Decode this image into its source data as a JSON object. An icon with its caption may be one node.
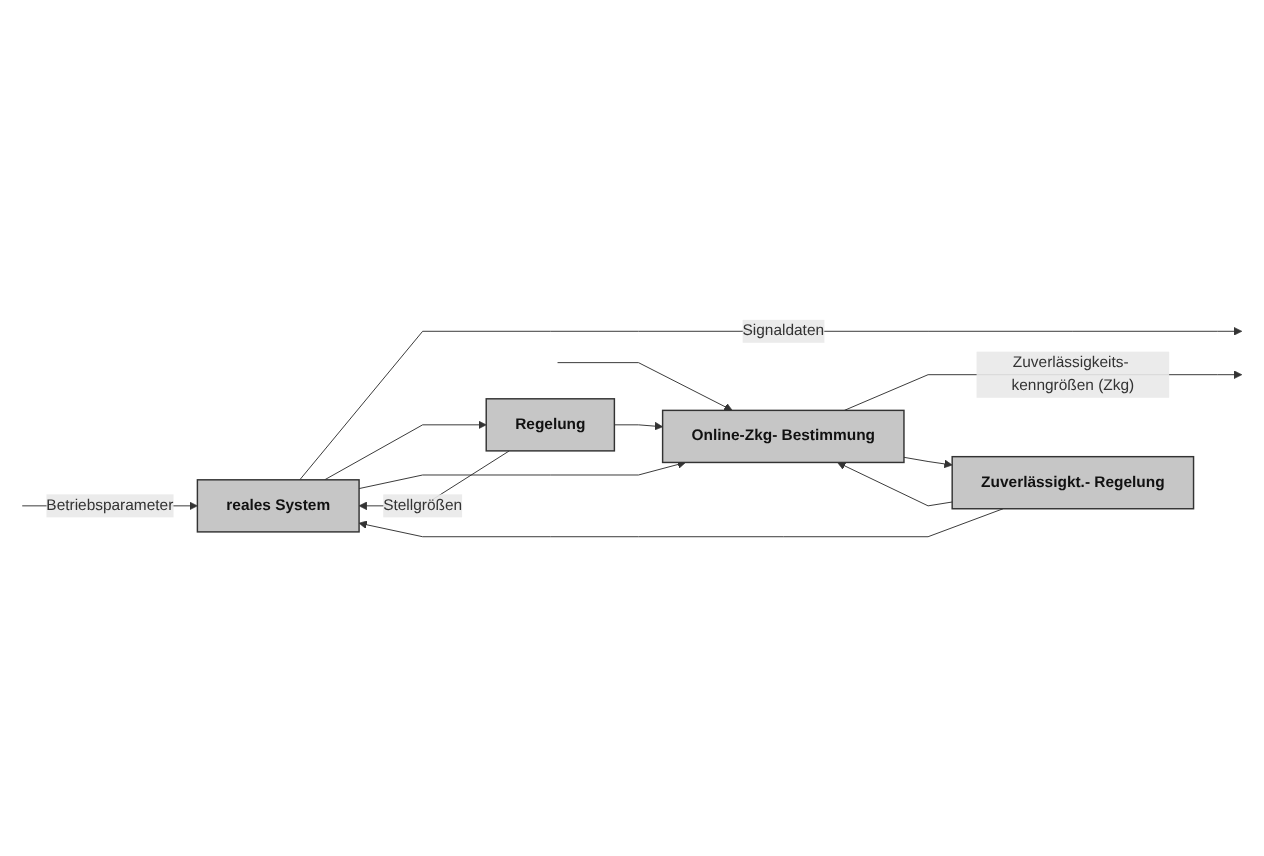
{
  "diagram": {
    "nodes": [
      {
        "text": [
          "reales System"
        ]
      },
      {
        "text": [
          "Regelung"
        ]
      },
      {
        "text": [
          "Online-Zkg- Bestimmung"
        ]
      },
      {
        "text": [
          "Zuverlässigkt.- Regelung"
        ]
      }
    ],
    "edges": [
      {
        "from": null,
        "to": 0,
        "arrow": "to",
        "label": "Betriebsparameter"
      },
      {
        "from": null,
        "to": 2,
        "arrow": "to"
      },
      {
        "from": 0,
        "to": null,
        "arrow": "to",
        "label": "Signaldaten"
      },
      {
        "from": 0,
        "to": 1,
        "arrow": "to"
      },
      {
        "from": 0,
        "to": 2,
        "arrow": "to"
      },
      {
        "from": 1,
        "to": 0,
        "arrow": "to",
        "label": "Stellgrößen"
      },
      {
        "from": 1,
        "to": 2,
        "arrow": "to"
      },
      {
        "from": 2,
        "to": null,
        "arrow": "to",
        "label": "Zuverlässigkeits- kenngrößen (Zkg)"
      },
      {
        "from": 2,
        "to": 3,
        "arrow": "to"
      },
      {
        "from": 3,
        "to": 0,
        "arrow": "to"
      },
      {
        "from": 3,
        "to": 2,
        "arrow": "to"
      }
    ]
  }
}
